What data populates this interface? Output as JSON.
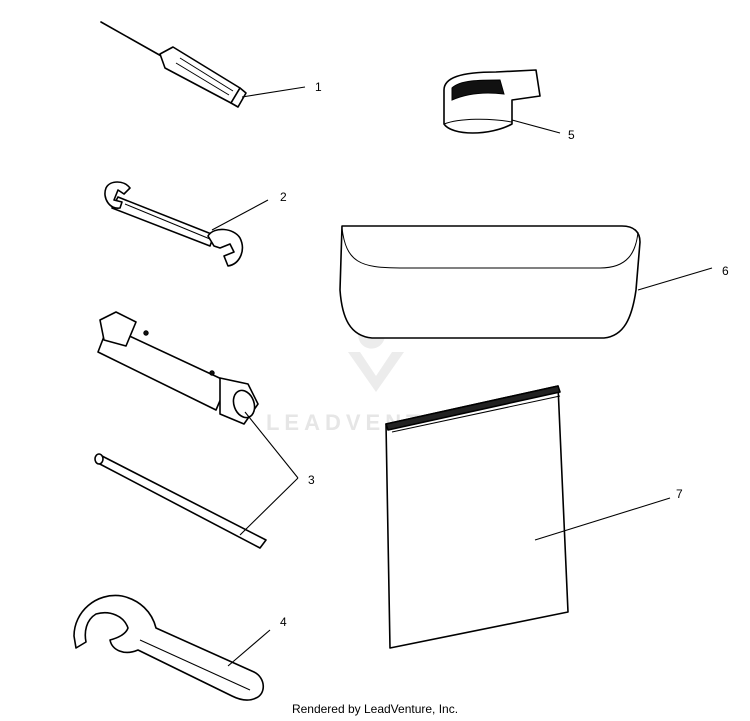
{
  "watermark": {
    "text": "LEADVENTURE"
  },
  "footer": {
    "text": "Rendered by LeadVenture, Inc."
  },
  "callouts": [
    {
      "number": "1",
      "part": "screwdriver"
    },
    {
      "number": "2",
      "part": "open-end wrench"
    },
    {
      "number": "3",
      "part": "tube socket wrench and bar"
    },
    {
      "number": "4",
      "part": "spanner wrench"
    },
    {
      "number": "5",
      "part": "strap"
    },
    {
      "number": "6",
      "part": "tool pouch"
    },
    {
      "number": "7",
      "part": "manual"
    }
  ],
  "colors": {
    "line": "#000000",
    "watermark": "#e6e6e6",
    "background": "#ffffff"
  }
}
